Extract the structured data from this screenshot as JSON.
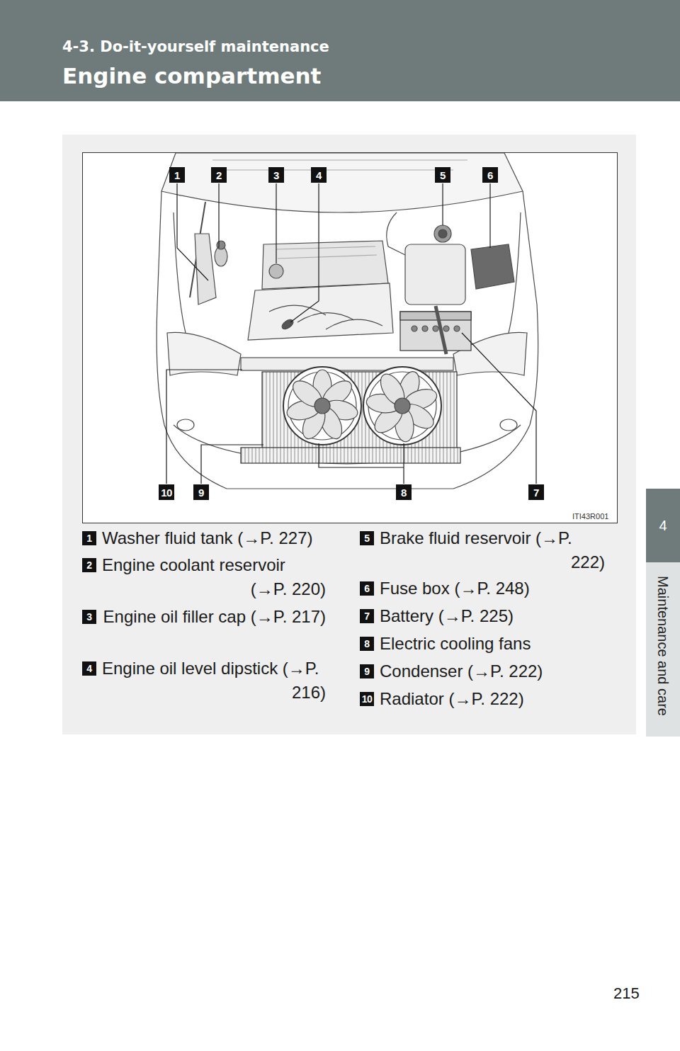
{
  "diagram": {
    "nodes": [
      {
        "text": [
          "4-3. Do-it-yourself maintenance",
          "Engine compartment"
        ]
      },
      {
        "text": [
          "4"
        ]
      },
      {
        "text": [
          "1"
        ]
      },
      {
        "text": [
          "2"
        ]
      },
      {
        "text": [
          "3"
        ]
      },
      {
        "text": [
          "4"
        ]
      },
      {
        "text": [
          "5"
        ]
      },
      {
        "text": [
          "6"
        ]
      },
      {
        "text": [
          "10"
        ]
      },
      {
        "text": [
          "9"
        ]
      },
      {
        "text": [
          "8"
        ]
      },
      {
        "text": [
          "7"
        ]
      },
      {
        "text": [
          "1"
        ]
      },
      {
        "text": [
          "2"
        ]
      },
      {
        "text": [
          "3"
        ]
      },
      {
        "text": [
          "4"
        ]
      },
      {
        "text": [
          "5"
        ]
      },
      {
        "text": [
          "6"
        ]
      },
      {
        "text": [
          "7"
        ]
      },
      {
        "text": [
          "8"
        ]
      },
      {
        "text": [
          "9"
        ]
      },
      {
        "text": [
          "10"
        ]
      }
    ],
    "labels": [
      "Washer fluid tank (→P. 227)",
      "Engine coolant reservoir (→P. 220)",
      "Engine oil filler cap (→P. 217)",
      "Engine oil level dipstick (→P. 216)",
      "Brake fluid reservoir (→P. 222)",
      "Fuse box (→P. 248)",
      "Battery (→P. 225)",
      "Electric cooling fans",
      "Condenser (→P. 222)",
      "Radiator (→P. 222)",
      "ITI43R001",
      "Maintenance and care",
      "215"
    ]
  }
}
